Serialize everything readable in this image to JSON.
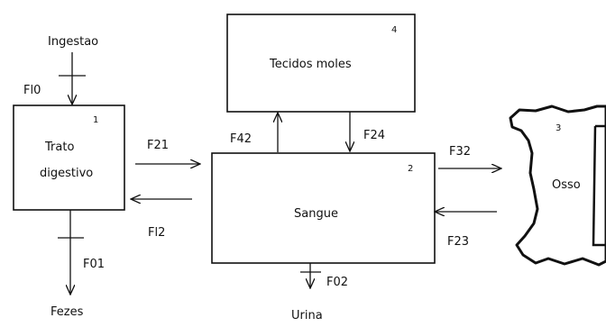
{
  "compartments": {
    "tract": {
      "number": "1",
      "line1": "Trato",
      "line2": "digestivo"
    },
    "blood": {
      "number": "2",
      "label": "Sangue"
    },
    "bone": {
      "number": "3",
      "label": "Osso"
    },
    "tissue": {
      "number": "4",
      "label": "Tecidos moles"
    }
  },
  "inputs_outputs": {
    "intake": "Ingestao",
    "feces": "Fezes",
    "urine": "Urina"
  },
  "flows": {
    "f10": "Fl0",
    "f01": "F01",
    "f21": "F21",
    "f12": "Fl2",
    "f42": "F42",
    "f24": "F24",
    "f32": "F32",
    "f23": "F23",
    "f02": "F02"
  }
}
